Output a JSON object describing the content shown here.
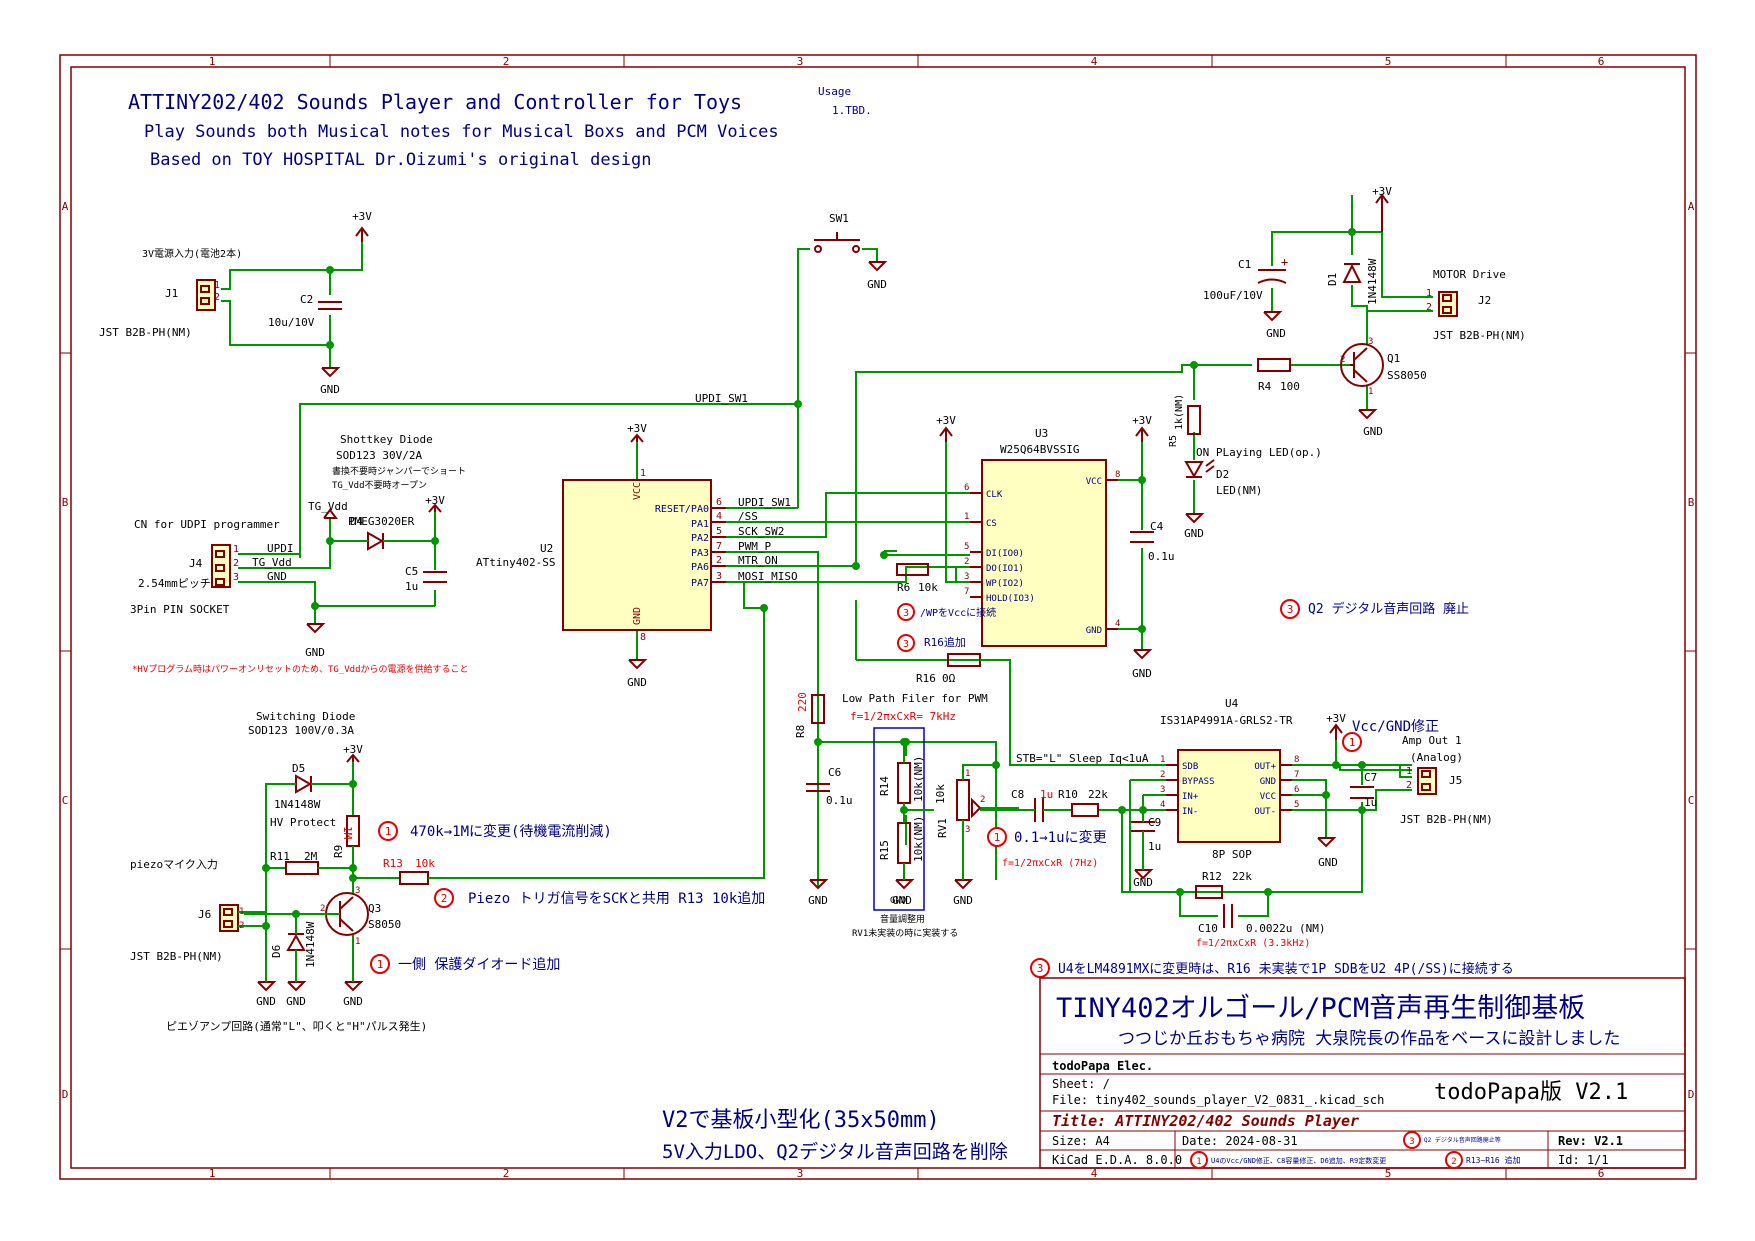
{
  "sheet": {
    "title_lines": [
      "ATTINY202/402 Sounds Player and Controller for Toys",
      "Play Sounds both Musical notes for Musical Boxs and PCM Voices",
      "Based on TOY HOSPITAL Dr.Oizumi's original design"
    ],
    "usage_label": "Usage",
    "usage_item": "1.TBD.",
    "col_marks": [
      "1",
      "2",
      "3",
      "4",
      "5",
      "6"
    ],
    "row_marks": [
      "A",
      "B",
      "C",
      "D"
    ]
  },
  "power": {
    "plus3v": "+3V",
    "gnd": "GND"
  },
  "parts": {
    "j1": {
      "ref": "J1",
      "desc": "3V電源入力(電池2本)",
      "value": "JST B2B-PH(NM)",
      "pins": [
        "1",
        "2"
      ]
    },
    "c2": {
      "ref": "C2",
      "value": "10u/10V"
    },
    "sw1": {
      "ref": "SW1"
    },
    "c1": {
      "ref": "C1",
      "value": "100uF/10V"
    },
    "d1": {
      "ref": "D1",
      "value": "1N4148W"
    },
    "j2": {
      "ref": "J2",
      "desc": "MOTOR Drive",
      "value": "JST B2B-PH(NM)",
      "pins": [
        "1",
        "2"
      ]
    },
    "q1": {
      "ref": "Q1",
      "value": "SS8050",
      "pins": [
        "1",
        "2",
        "3"
      ]
    },
    "r4": {
      "ref": "R4",
      "value": "100"
    },
    "r5": {
      "ref": "R5",
      "value": "1k(NM)"
    },
    "d2": {
      "ref": "D2",
      "value": "LED(NM)",
      "desc": "ON PLaying LED(op.)"
    },
    "u2": {
      "ref": "U2",
      "value": "ATtiny402-SS",
      "vcc": "VCC",
      "gnd": "GND",
      "vcc_pin": "1",
      "gnd_pin": "8",
      "pins": [
        {
          "num": "6",
          "name": "RESET/PA0"
        },
        {
          "num": "4",
          "name": "PA1"
        },
        {
          "num": "5",
          "name": "PA2"
        },
        {
          "num": "7",
          "name": "PA3"
        },
        {
          "num": "2",
          "name": "PA6"
        },
        {
          "num": "3",
          "name": "PA7"
        }
      ]
    },
    "u3": {
      "ref": "U3",
      "value": "W25Q64BVSSIG",
      "left_pins": [
        {
          "num": "6",
          "name": "CLK"
        },
        {
          "num": "1",
          "name": "CS"
        },
        {
          "num": "5",
          "name": "DI(IO0)"
        },
        {
          "num": "2",
          "name": "DO(IO1)"
        },
        {
          "num": "3",
          "name": "WP(IO2)"
        },
        {
          "num": "7",
          "name": "HOLD(IO3)"
        }
      ],
      "right_pins": [
        {
          "num": "8",
          "name": "VCC"
        },
        {
          "num": "4",
          "name": "GND"
        }
      ]
    },
    "c4": {
      "ref": "C4",
      "value": "0.1u"
    },
    "r6": {
      "ref": "R6",
      "value": "10k"
    },
    "r16": {
      "ref": "R16",
      "value": "0Ω"
    },
    "j4": {
      "ref": "J4",
      "desc": "CN for UDPI programmer",
      "value": "2.54mmピッチ",
      "value2": "3Pin PIN SOCKET",
      "pins": [
        "1",
        "2",
        "3"
      ],
      "pin_labels": [
        "UPDI",
        "TG_Vdd",
        "GND"
      ]
    },
    "d4": {
      "ref": "D4",
      "value": "PMEG3020ER",
      "desc1": "Shottkey Diode",
      "desc2": "SOD123 30V/2A",
      "desc3": "書換不要時ジャンパーでショート",
      "desc4": "TG_Vdd不要時オープン"
    },
    "c5": {
      "ref": "C5",
      "value": "1u"
    },
    "d5": {
      "ref": "D5",
      "value": "1N4148W",
      "desc1": "Switching Diode",
      "desc2": "SOD123 100V/0.3A",
      "desc3": "HV Protect"
    },
    "r9": {
      "ref": "R9",
      "value": "1M"
    },
    "r11": {
      "ref": "R11",
      "value": "2M"
    },
    "r13": {
      "ref": "R13",
      "value": "10k"
    },
    "q3": {
      "ref": "Q3",
      "value": "S8050",
      "pins": [
        "1",
        "2",
        "3"
      ]
    },
    "d6": {
      "ref": "D6",
      "value": "1N4148W"
    },
    "j6": {
      "ref": "J6",
      "value": "JST B2B-PH(NM)",
      "pins": [
        "1",
        "2"
      ]
    },
    "r8": {
      "ref": "R8",
      "value": "220"
    },
    "c6": {
      "ref": "C6",
      "value": "0.1u"
    },
    "r14": {
      "ref": "R14",
      "value": "10k(NM)"
    },
    "r15": {
      "ref": "R15",
      "value": "10k(NM)"
    },
    "rv1": {
      "ref": "RV1",
      "value": "10k",
      "pins": [
        "1",
        "2",
        "3"
      ]
    },
    "c8": {
      "ref": "C8",
      "value": "1u"
    },
    "r10": {
      "ref": "R10",
      "value": "22k"
    },
    "c9": {
      "ref": "C9",
      "value": "1u"
    },
    "r12": {
      "ref": "R12",
      "value": "22k"
    },
    "c10": {
      "ref": "C10",
      "value": "0.0022u (NM)"
    },
    "u4": {
      "ref": "U4",
      "value": "IS31AP4991A-GRLS2-TR",
      "pkg": "8P SOP",
      "left_pins": [
        {
          "num": "1",
          "name": "SDB"
        },
        {
          "num": "2",
          "name": "BYPASS"
        },
        {
          "num": "3",
          "name": "IN+"
        },
        {
          "num": "4",
          "name": "IN-"
        }
      ],
      "right_pins": [
        {
          "num": "8",
          "name": "OUT+"
        },
        {
          "num": "7",
          "name": "GND"
        },
        {
          "num": "6",
          "name": "VCC"
        },
        {
          "num": "5",
          "name": "OUT-"
        }
      ]
    },
    "c7": {
      "ref": "C7",
      "value": "1u"
    },
    "j5": {
      "ref": "J5",
      "desc1": "Amp Out 1",
      "desc2": "(Analog)",
      "value": "JST B2B-PH(NM)",
      "pins": [
        "1",
        "2"
      ]
    }
  },
  "nets": {
    "updi_sw1": "UPDI_SW1",
    "ss": "/SS",
    "sck_sw2": "SCK_SW2",
    "pwm_p": "PWM_P",
    "mtr_on": "MTR_ON",
    "mosi_miso": "MOSI_MISO",
    "updi": "UPDI",
    "tg_vdd": "TG_Vdd",
    "stb": "STB=\"L\" Sleep Iq<1uA"
  },
  "notes": {
    "hv_note": "*HVプログラム時はパワーオンリセットのため、TG_Vddからの電源を供給すること",
    "piezo_input": "piezoマイク入力",
    "piezo_amp": "ピエゾアンプ回路(通常\"L\"、叩くと\"H\"パルス発生)",
    "lpf_title": "Low Path Filer for PWM",
    "lpf_formula": "f=1/2πxCxR= 7kHz",
    "vol_note1": "音量調整用",
    "vol_note2": "RV1未実装の時に実装する",
    "c8_formula": "f=1/2πxCxR (7Hz)",
    "c10_formula": "f=1/2πxCxR (3.3kHz)"
  },
  "revisions": [
    {
      "mark": "3",
      "text": "/WPをVccに接続"
    },
    {
      "mark": "3",
      "text": "R16追加"
    },
    {
      "mark": "3",
      "text": "Q2 デジタル音声回路 廃止"
    },
    {
      "mark": "1",
      "text": "Vcc/GND修正"
    },
    {
      "mark": "1",
      "text": "470k→1Mに変更(待機電流削減)"
    },
    {
      "mark": "2",
      "text": "Piezo トリガ信号をSCKと共用 R13 10k追加"
    },
    {
      "mark": "1",
      "text": "0.1→1uに変更"
    },
    {
      "mark": "1",
      "text": "一側 保護ダイオード追加"
    },
    {
      "mark": "3",
      "text": "U4をLM4891MXに変更時は、R16 未実装で1P SDBをU2 4P(/SS)に接続する"
    }
  ],
  "footer": {
    "v2_line1": "V2で基板小型化(35x50mm)",
    "v2_line2": "5V入力LDO、Q2デジタル音声回路を削除"
  },
  "title_block": {
    "jp_title": "TINY402オルゴール/PCM音声再生制御基板",
    "jp_subtitle": "つつじか丘おもちゃ病院 大泉院長の作品をベースに設計しました",
    "company": "todoPapa Elec.",
    "sheet": "Sheet: /",
    "file": "File: tiny402_sounds_player_V2_0831_.kicad_sch",
    "version_big": "todoPapa版 V2.1",
    "title": "Title: ATTINY202/402 Sounds Player",
    "size": "Size: A4",
    "date": "Date: 2024-08-31",
    "rev": "Rev: V2.1",
    "kicad": "KiCad E.D.A. 8.0.0",
    "id": "Id: 1/1",
    "hist": [
      {
        "mark": "1",
        "text": "U4のVcc/GND修正、C8容量修正、D6追加、R9定数変更"
      },
      {
        "mark": "2",
        "text": "R13~R16 追加"
      },
      {
        "mark": "3",
        "text": "Q2 デジタル音声回路廃止等"
      }
    ]
  },
  "colors": {
    "wire": "#009600",
    "symbol": "#840000",
    "body": "#ffffc2",
    "ref": "#006464",
    "text": "#000084",
    "note": "#e60000",
    "frame": "#840000"
  }
}
